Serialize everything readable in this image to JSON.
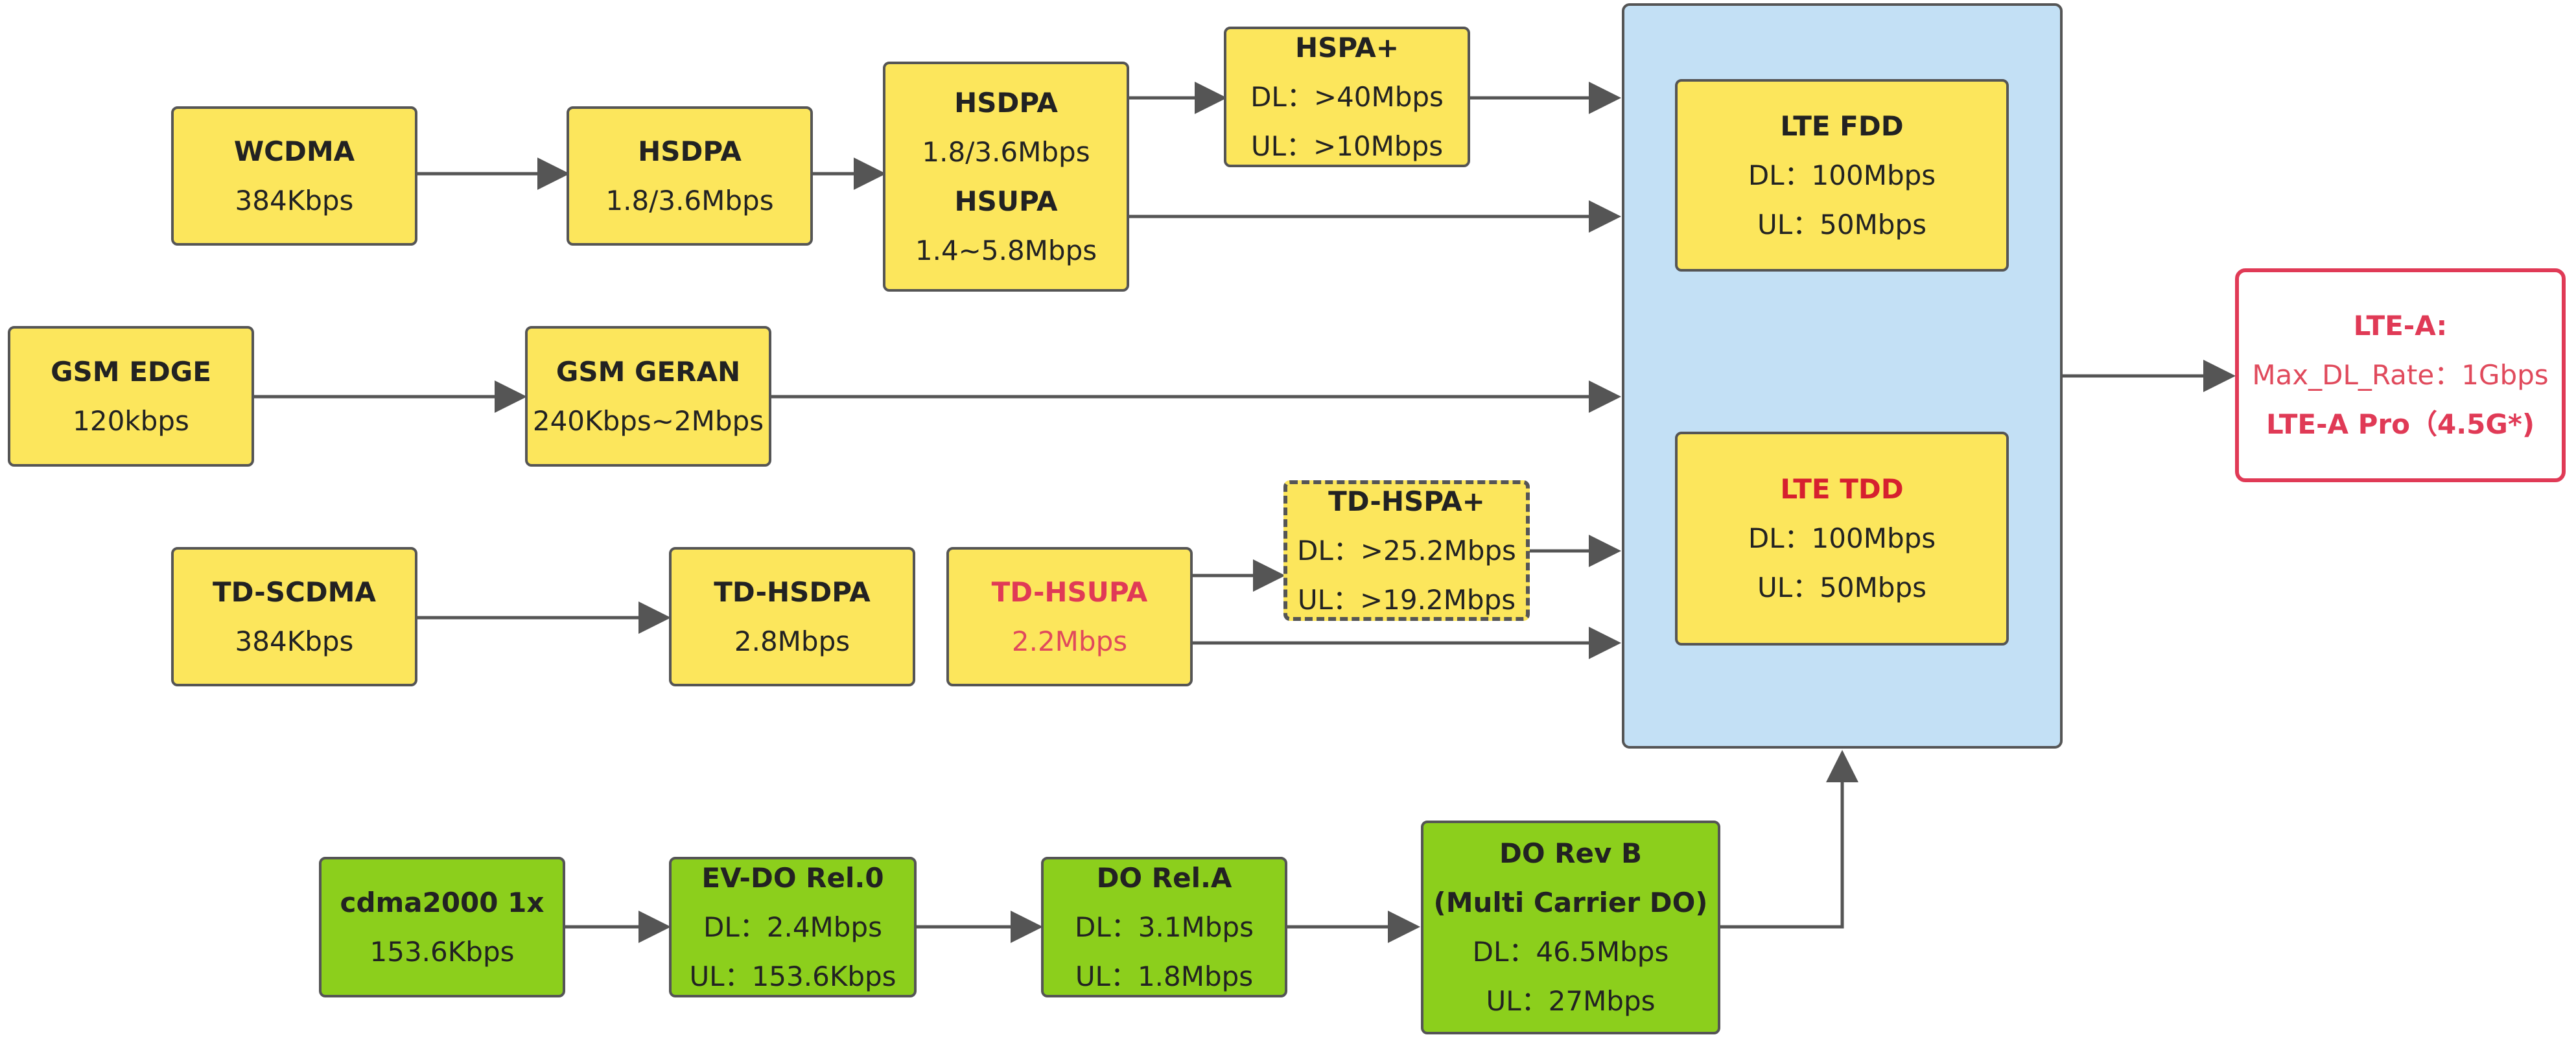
{
  "colors": {
    "node_yellow": "#fce65c",
    "node_green": "#8ccf1c",
    "lte_panel": "#c3e0f5",
    "accent_red": "#e03a56",
    "lte_tdd_red": "#d6202f",
    "connector": "#555555"
  },
  "nodes": {
    "wcdma": {
      "title": "WCDMA",
      "rate": "384Kbps"
    },
    "hsdpa": {
      "title": "HSDPA",
      "rate": "1.8/3.6Mbps"
    },
    "hsdpa_hsupa": {
      "title1": "HSDPA",
      "rate1": "1.8/3.6Mbps",
      "title2": "HSUPA",
      "rate2": "1.4~5.8Mbps"
    },
    "hspa_plus": {
      "title": "HSPA+",
      "dl": "DL：>40Mbps",
      "ul": "UL：>10Mbps"
    },
    "gsm_edge": {
      "title": "GSM EDGE",
      "rate": "120kbps"
    },
    "gsm_geran": {
      "title": "GSM GERAN",
      "rate": "240Kbps~2Mbps"
    },
    "td_scdma": {
      "title": "TD-SCDMA",
      "rate": "384Kbps"
    },
    "td_hsdpa": {
      "title": "TD-HSDPA",
      "rate": "2.8Mbps"
    },
    "td_hsupa": {
      "title": "TD-HSUPA",
      "rate": "2.2Mbps"
    },
    "td_hspa_plus": {
      "title": "TD-HSPA+",
      "dl": "DL：>25.2Mbps",
      "ul": "UL：>19.2Mbps"
    },
    "lte_fdd": {
      "title": "LTE FDD",
      "dl": "DL：100Mbps",
      "ul": "UL：50Mbps"
    },
    "lte_tdd": {
      "title": "LTE TDD",
      "dl": "DL：100Mbps",
      "ul": "UL：50Mbps"
    },
    "lte_a": {
      "title": "LTE-A:",
      "rate": "Max_DL_Rate：1Gbps",
      "pro": "LTE-A Pro（4.5G*)"
    },
    "cdma2000": {
      "title": "cdma2000 1x",
      "rate": "153.6Kbps"
    },
    "evdo_rel0": {
      "title": "EV-DO Rel.0",
      "dl": "DL：2.4Mbps",
      "ul": "UL：153.6Kbps"
    },
    "do_rel_a": {
      "title": "DO Rel.A",
      "dl": "DL：3.1Mbps",
      "ul": "UL：1.8Mbps"
    },
    "do_rev_b": {
      "title1": "DO Rev B",
      "title2": "(Multi Carrier DO)",
      "dl": "DL：46.5Mbps",
      "ul": "UL：27Mbps"
    }
  }
}
